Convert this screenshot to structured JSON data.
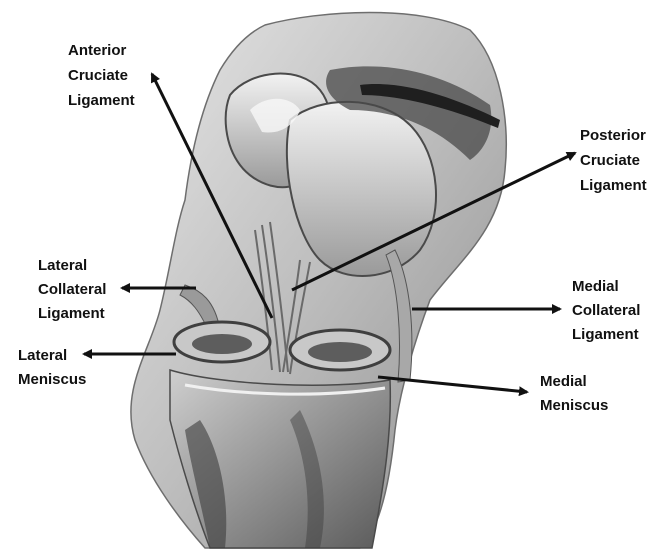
{
  "labels": {
    "acl": [
      "Anterior",
      "Cruciate",
      "Ligament"
    ],
    "pcl": [
      "Posterior",
      "Cruciate",
      "Ligament"
    ],
    "lcl": [
      "Lateral",
      "Collateral",
      "Ligament"
    ],
    "mcl": [
      "Medial",
      "Collateral",
      "Ligament"
    ],
    "lateral_meniscus": [
      "Lateral",
      "Meniscus"
    ],
    "medial_meniscus": [
      "Medial",
      "Meniscus"
    ]
  },
  "colors": {
    "ink": "#111111",
    "background": "#ffffff",
    "illustration_dark": "#3a3a3a",
    "illustration_mid": "#8a8a8a",
    "illustration_light": "#d9d9d9"
  }
}
